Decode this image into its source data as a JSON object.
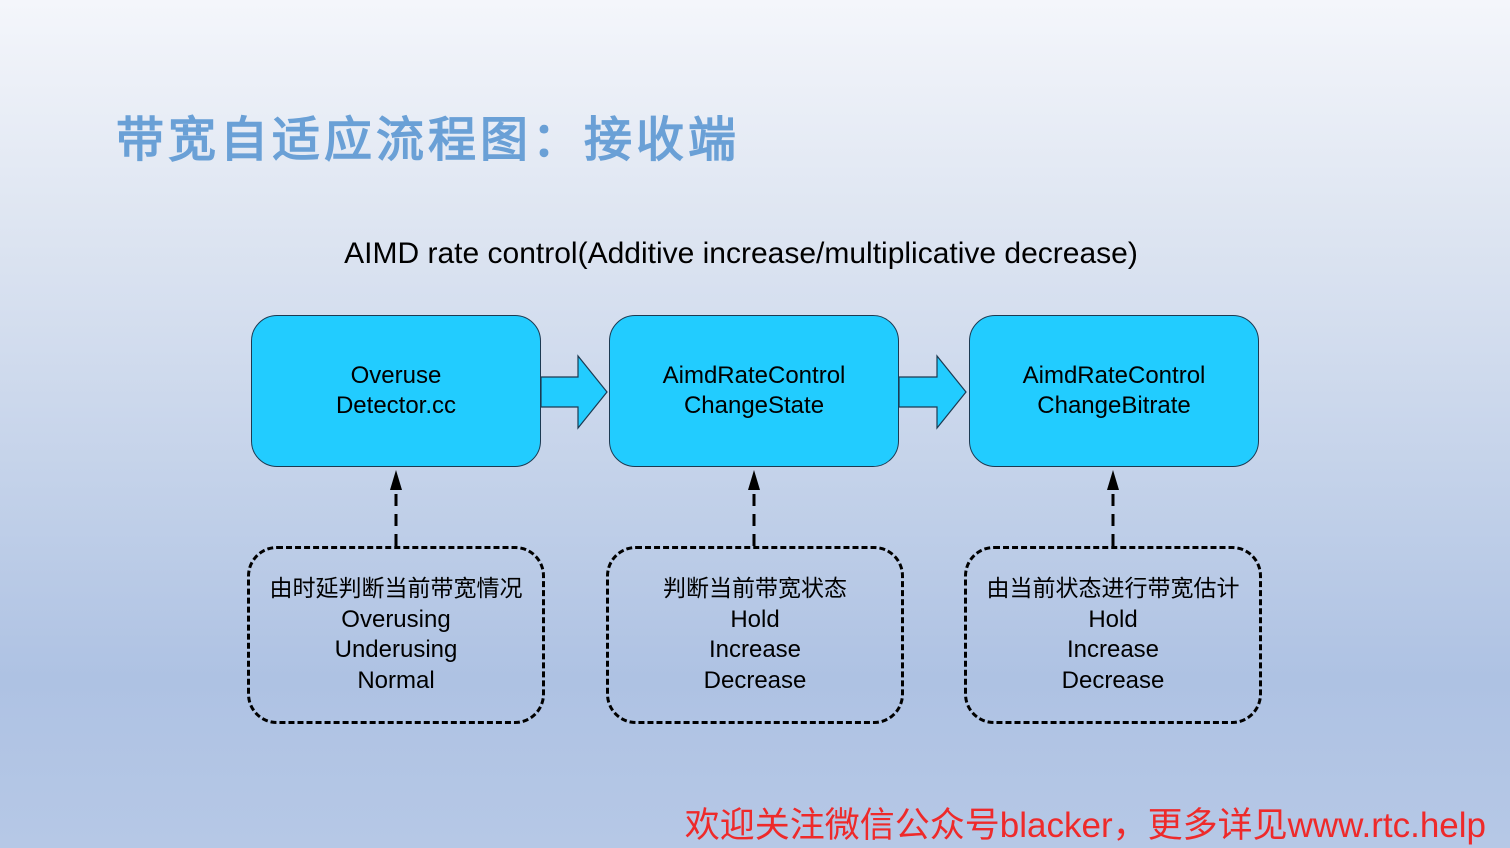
{
  "slide": {
    "title": "带宽自适应流程图：接收端",
    "subtitle": "AIMD rate control(Additive increase/multiplicative decrease)"
  },
  "process_boxes": [
    {
      "lines": [
        "Overuse",
        "Detector.cc"
      ]
    },
    {
      "lines": [
        "AimdRateControl",
        "ChangeState"
      ]
    },
    {
      "lines": [
        "AimdRateControl",
        "ChangeBitrate"
      ]
    }
  ],
  "note_boxes": [
    {
      "heading": "由时延判断当前带宽情况",
      "items": [
        "Overusing",
        "Underusing",
        "Normal"
      ]
    },
    {
      "heading": "判断当前带宽状态",
      "items": [
        "Hold",
        "Increase",
        "Decrease"
      ]
    },
    {
      "heading": "由当前状态进行带宽估计",
      "items": [
        "Hold",
        "Increase",
        "Decrease"
      ]
    }
  ],
  "footer": {
    "text": "欢迎关注微信公众号blacker，更多详见www.rtc.help"
  },
  "colors": {
    "title": "#6aa0d6",
    "box_fill": "#22ccff",
    "footer": "#ee2a2a"
  }
}
